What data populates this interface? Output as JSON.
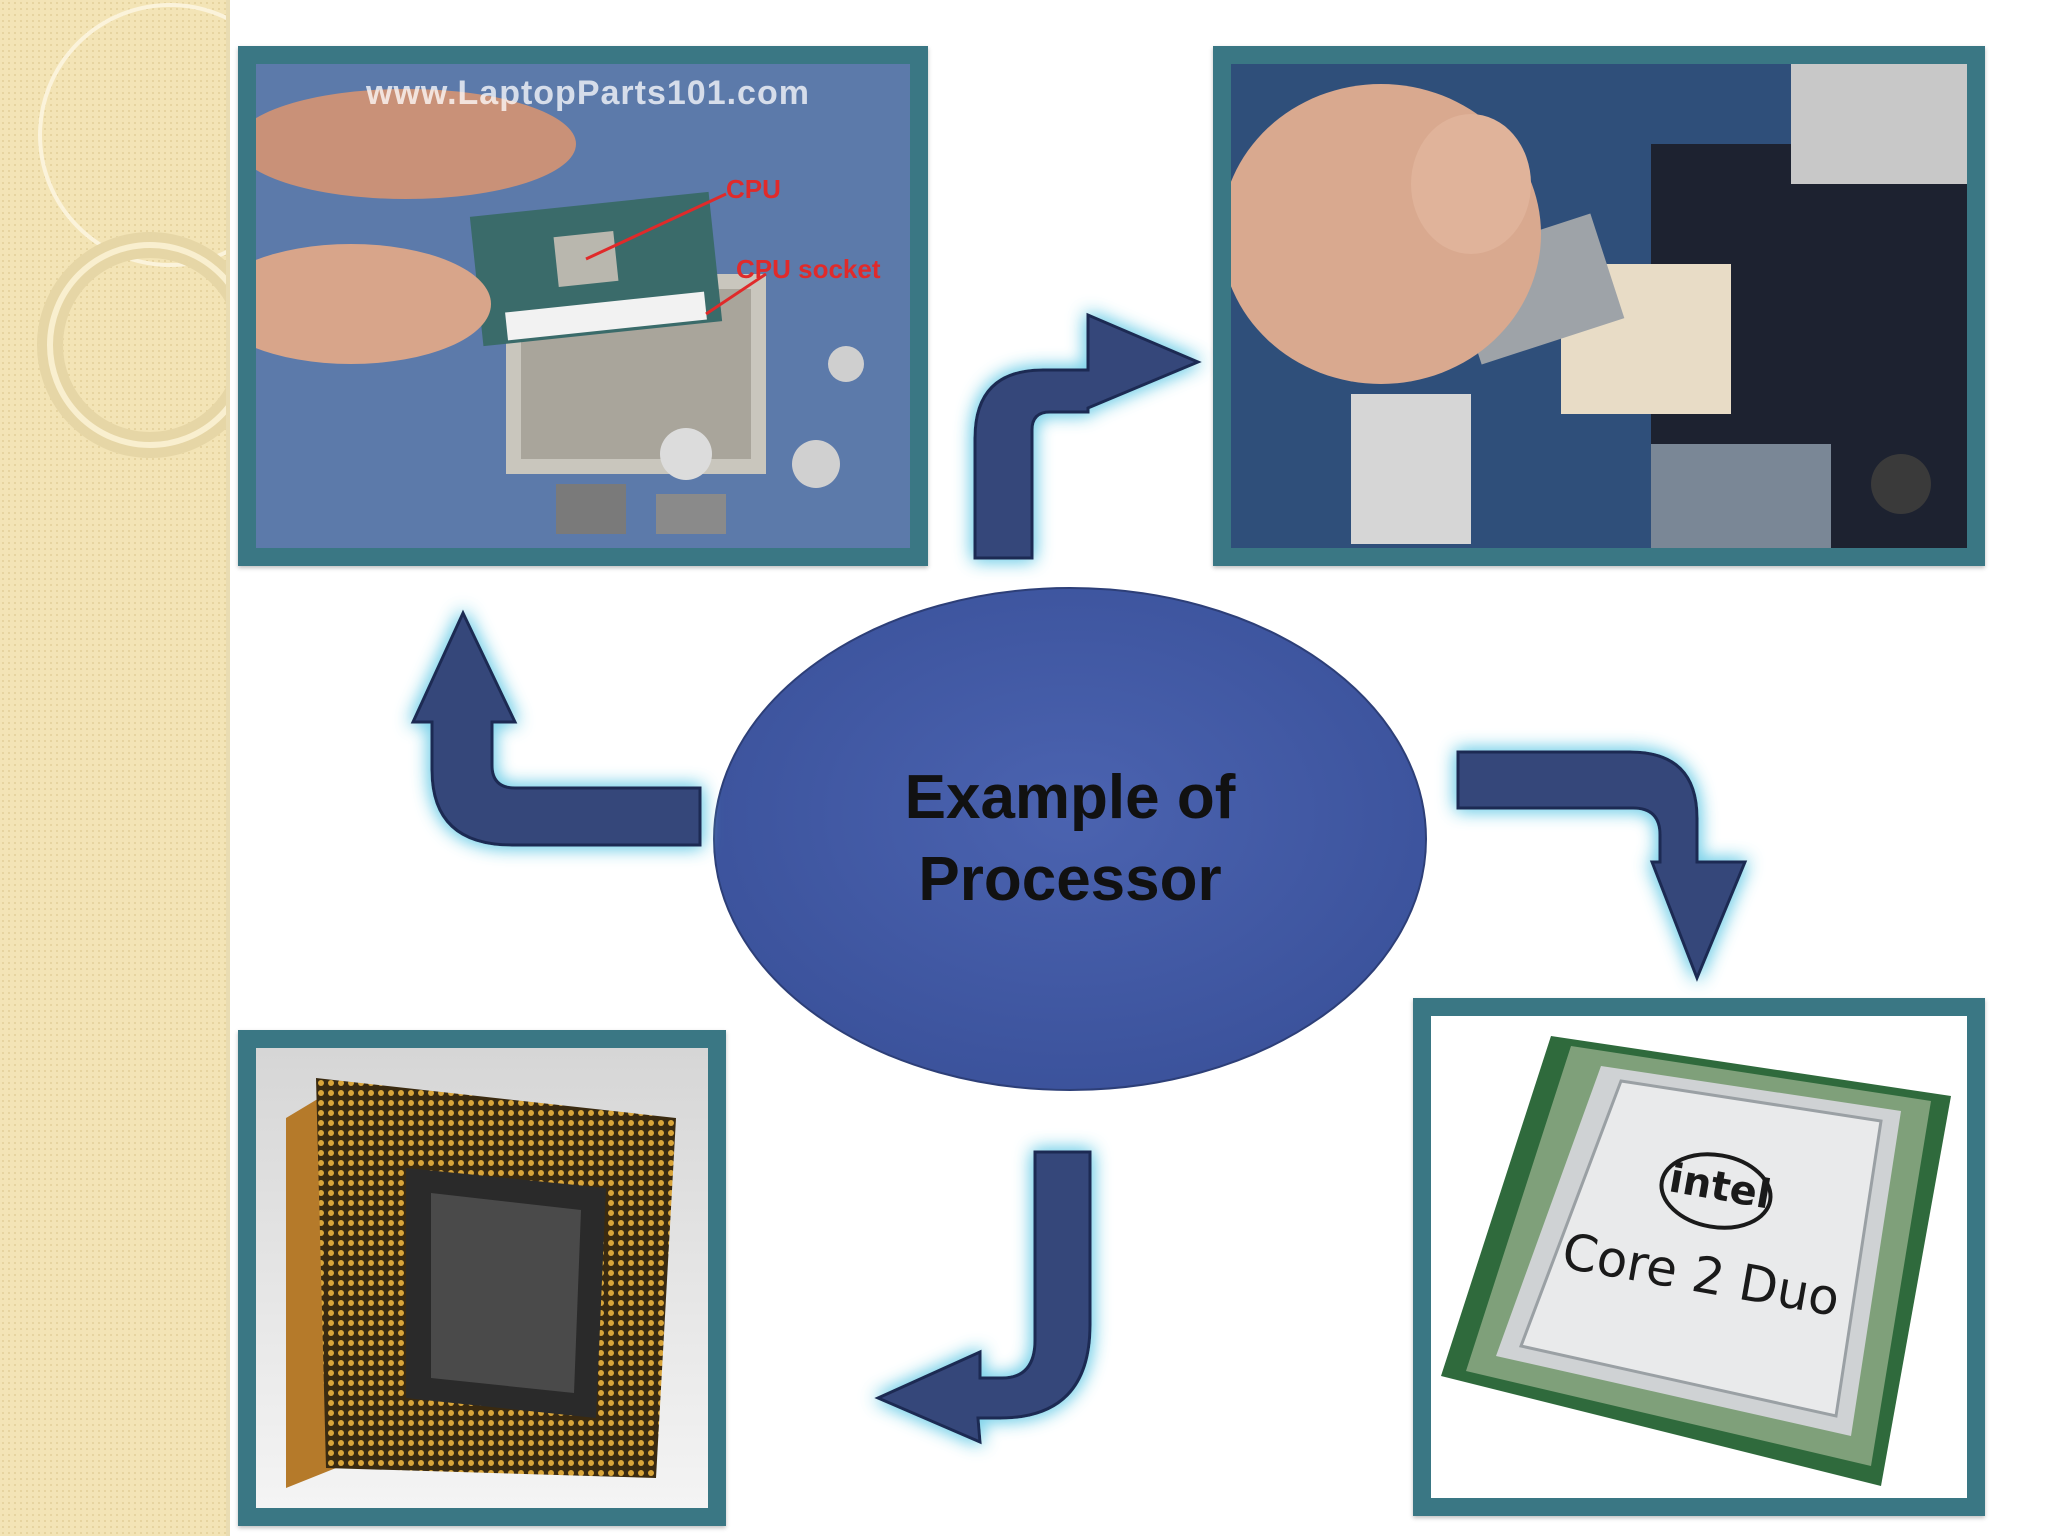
{
  "slide": {
    "title_line1": "Example of",
    "title_line2": "Processor"
  },
  "photos": {
    "top_left": {
      "watermark": "www.LaptopParts101.com",
      "label_cpu": "CPU",
      "label_socket": "CPU socket"
    },
    "bottom_right": {
      "brand": "intel",
      "model": "Core 2 Duo"
    }
  },
  "colors": {
    "frame": "#3a7784",
    "ellipse": "#3f58a4",
    "arrow_fill": "#35467a",
    "arrow_glow": "#7fd3ea",
    "sidebar": "#f3e4b6"
  },
  "icons": [
    "arrow-up-right-icon",
    "arrow-right-down-icon",
    "arrow-down-left-icon",
    "arrow-left-up-icon"
  ]
}
